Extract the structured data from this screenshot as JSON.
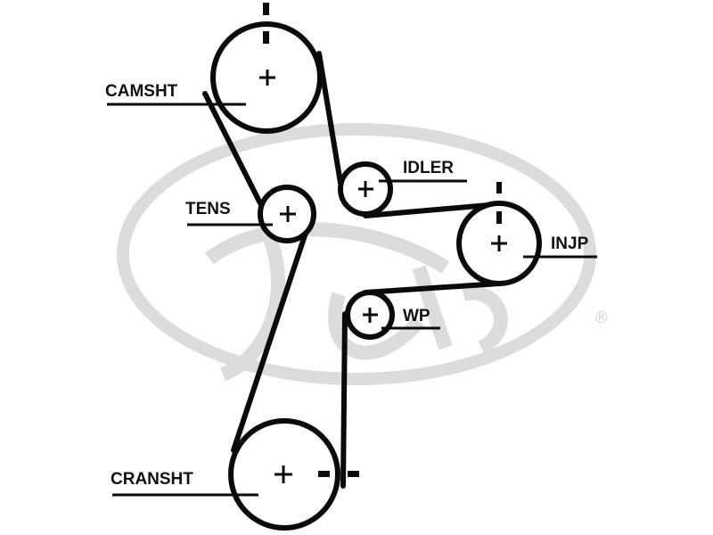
{
  "diagram": {
    "type": "timing-belt-routing",
    "watermark": {
      "brand": "Gates",
      "registered_mark": "®"
    },
    "colors": {
      "ink": "#0a0a0a",
      "watermark": "#dcdcdc",
      "background": "#ffffff"
    },
    "pulleys": [
      {
        "id": "camsht",
        "label": "CAMSHT",
        "timing_mark": "vertical-dashes-top"
      },
      {
        "id": "idler",
        "label": "IDLER"
      },
      {
        "id": "tens",
        "label": "TENS"
      },
      {
        "id": "injp",
        "label": "INJP",
        "timing_mark": "vertical-dashes-top"
      },
      {
        "id": "wp",
        "label": "WP"
      },
      {
        "id": "cransht",
        "label": "CRANSHT",
        "timing_mark": "horizontal-dashes-right"
      }
    ],
    "center_symbol": "+",
    "belt_route": [
      "CRANSHT",
      "TENS",
      "CAMSHT",
      "IDLER",
      "INJP",
      "WP",
      "CRANSHT"
    ]
  }
}
